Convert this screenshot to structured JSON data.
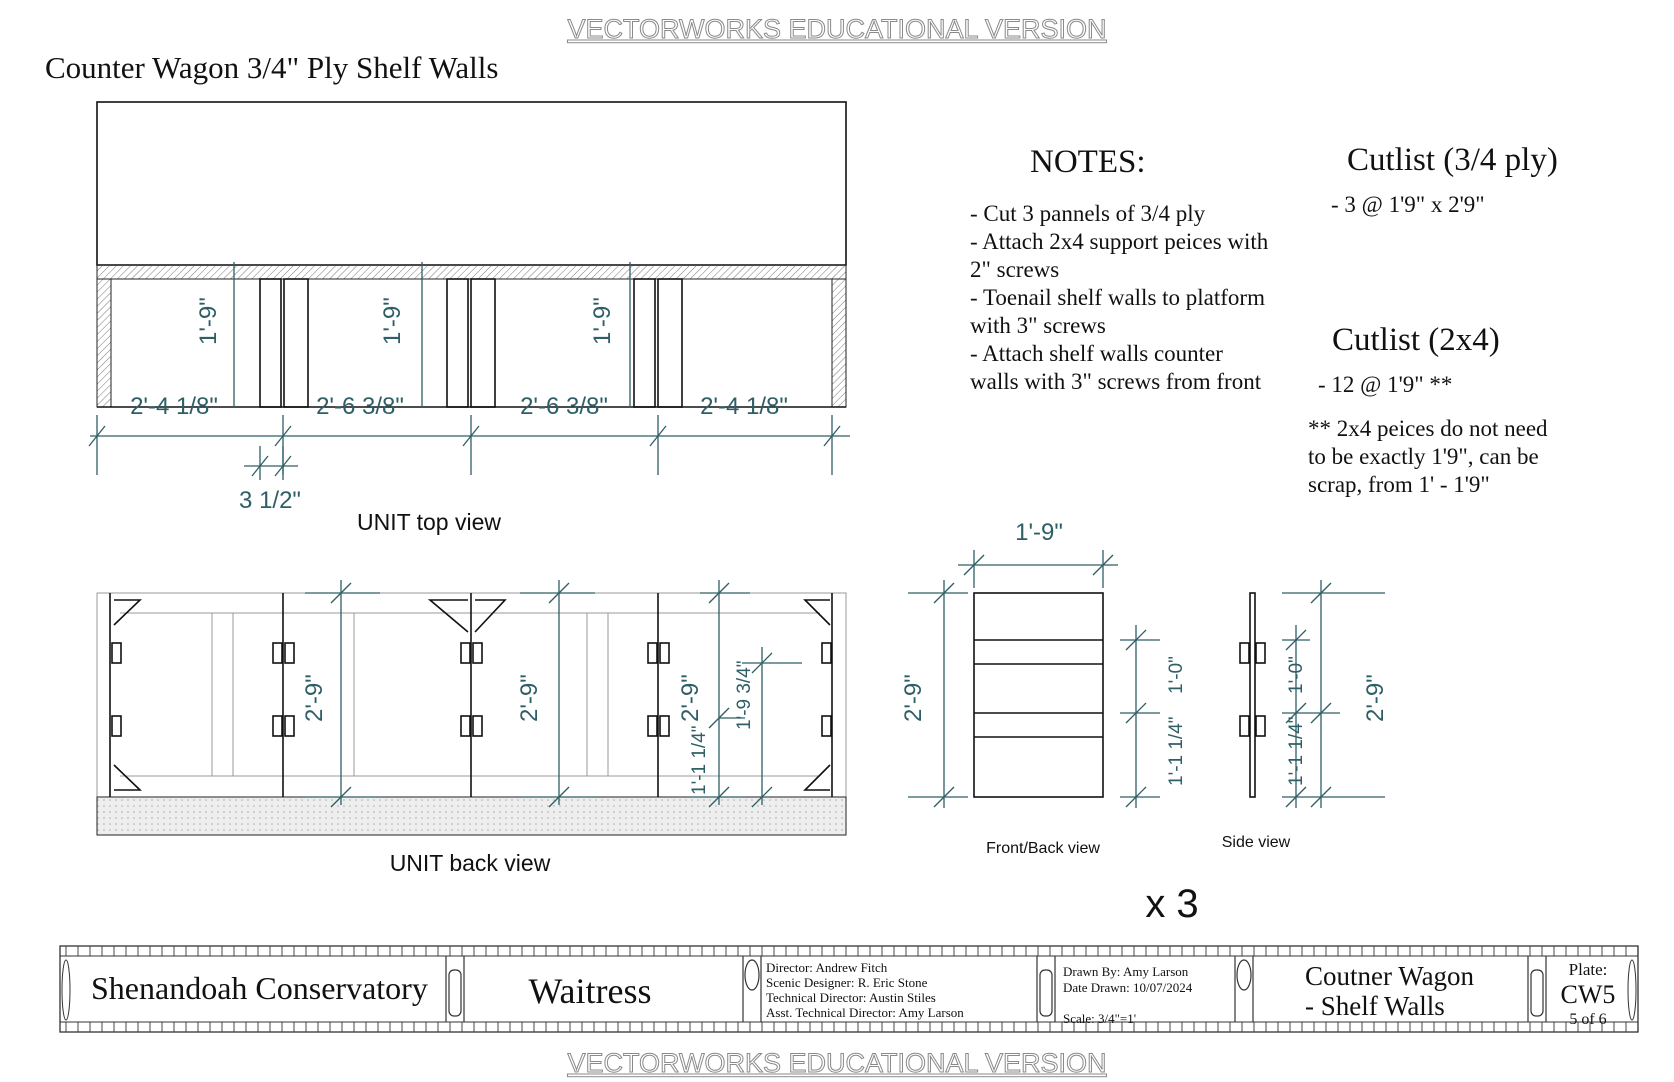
{
  "watermark": "VECTORWORKS EDUCATIONAL VERSION",
  "title": "Counter Wagon 3/4\" Ply Shelf Walls",
  "top_view": {
    "caption": "UNIT top view",
    "heights": [
      "1'-9\"",
      "1'-9\"",
      "1'-9\""
    ],
    "widths": [
      "2'-4 1/8\"",
      "2'-6 3/8\"",
      "2'-6 3/8\"",
      "2'-4 1/8\""
    ],
    "gap": "3 1/2\""
  },
  "back_view": {
    "caption": "UNIT back view",
    "heights": [
      "2'-9\"",
      "2'-9\"",
      "2'-9\""
    ],
    "lower": "1'-1 1/4\"",
    "upper": "1'-9 3/4\""
  },
  "front_view": {
    "caption": "Front/Back view",
    "width": "1'-9\"",
    "height": "2'-9\"",
    "upper": "1'-0\"",
    "lower": "1'-1 1/4\""
  },
  "side_view": {
    "caption": "Side view",
    "upper": "1'-0\"",
    "lower": "1'-1 1/4\"",
    "height": "2'-9\""
  },
  "multiplier": "x 3",
  "notes": {
    "heading": "NOTES:",
    "lines": [
      "- Cut 3 pannels of 3/4 ply",
      "- Attach 2x4 support peices with",
      "2\" screws",
      "- Toenail shelf walls to platform",
      "with 3\" screws",
      "- Attach shelf walls counter",
      "walls with 3\" screws from front"
    ]
  },
  "cutlist_ply": {
    "heading": "Cutlist (3/4 ply)",
    "item": "- 3 @ 1'9\" x 2'9\""
  },
  "cutlist_2x4": {
    "heading": "Cutlist (2x4)",
    "item": "- 12 @ 1'9\" **",
    "footnote": [
      "** 2x4 peices do not need",
      "to be exactly 1'9\", can be",
      "scrap, from 1' - 1'9\""
    ]
  },
  "title_block": {
    "school": "Shenandoah Conservatory",
    "show": "Waitress",
    "credits": [
      "Director: Andrew Fitch",
      "Scenic Designer: R. Eric Stone",
      "Technical Director: Austin Stiles",
      "Asst. Technical Director: Amy Larson"
    ],
    "drawn_by": "Drawn By: Amy Larson",
    "date_drawn": "Date Drawn: 10/07/2024",
    "scale": "Scale: 3/4\"=1'",
    "sheet_title": [
      "Coutner Wagon",
      "- Shelf Walls"
    ],
    "plate_label": "Plate:",
    "plate": "CW5",
    "sheet_count": "5 of 6"
  },
  "colors": {
    "dimension": "#2e5f66",
    "linework": "#111111",
    "watermark": "#8a8a8a"
  }
}
